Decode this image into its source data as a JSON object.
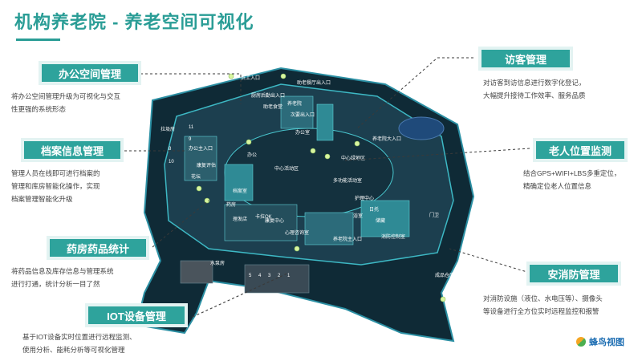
{
  "title": "机构养老院 - 养老空间可视化",
  "features": [
    {
      "id": "office",
      "label": "办公空间管理",
      "desc": [
        "将办公空间管理升级为可视化与交互",
        "性更强的系统形态"
      ]
    },
    {
      "id": "archive",
      "label": "档案信息管理",
      "desc": [
        "管理人员在线即可进行档案的",
        "管理和库房智能化操作，实现",
        "档案管理智能化升级"
      ]
    },
    {
      "id": "pharmacy",
      "label": "药房药品统计",
      "desc": [
        "将药品信息及库存信息与管理系统",
        "进行打通，统计分析一目了然"
      ]
    },
    {
      "id": "iot",
      "label": "IOT设备管理",
      "desc": [
        "基于IOT设备实时位置进行远程监测、",
        "使用分析、能耗分析等可视化管理"
      ]
    },
    {
      "id": "visitor",
      "label": "访客管理",
      "desc": [
        "对访客到访信息进行数字化登记，",
        "大幅提升接待工作效率、服务品质"
      ]
    },
    {
      "id": "elder",
      "label": "老人位置监测",
      "desc": [
        "结合GPS+WIFI+LBS多重定位，",
        "精确定位老人位置信息"
      ]
    },
    {
      "id": "fire",
      "label": "安消防管理",
      "desc": [
        "对消防设施（液位、水电压等）、摄像头",
        "等设备进行全方位实时远程监控和报警"
      ]
    }
  ],
  "map_labels": {
    "l01": "员工入口",
    "l02": "厨房后勤出入口",
    "l03": "助老餐厅出入口",
    "l04": "助老食堂",
    "l05": "养老院",
    "l06": "次要出入口",
    "l07": "办公室",
    "l08": "拉圾房",
    "l09": "办公主入口",
    "l10": "办公",
    "l11": "中心活动区",
    "l12": "中心绿地区",
    "l13": "养老院大入口",
    "l14": "康复评估",
    "l15": "花坛",
    "l16": "档案室",
    "l17": "药房",
    "l18": "康复中心",
    "l19": "心理咨询室",
    "l20": "多功能活动室",
    "l21": "护理中心",
    "l22": "日托",
    "l23": "浴室",
    "l24": "储藏",
    "l25": "消防控制室",
    "l26": "养老院主入口",
    "l27": "水泵房",
    "l28": "成品仓库",
    "l29": "理发店",
    "l30": "卡拉OK",
    "l31": "门卫"
  },
  "building_nums": [
    "8",
    "9",
    "10",
    "11",
    "5",
    "4",
    "3",
    "2",
    "1"
  ],
  "brand": "蜂鸟视图",
  "colors": {
    "accent": "#2ea39c",
    "title": "#2a9d96",
    "map_base": "#1a3a4a",
    "map_edge": "#2b8fa3"
  }
}
